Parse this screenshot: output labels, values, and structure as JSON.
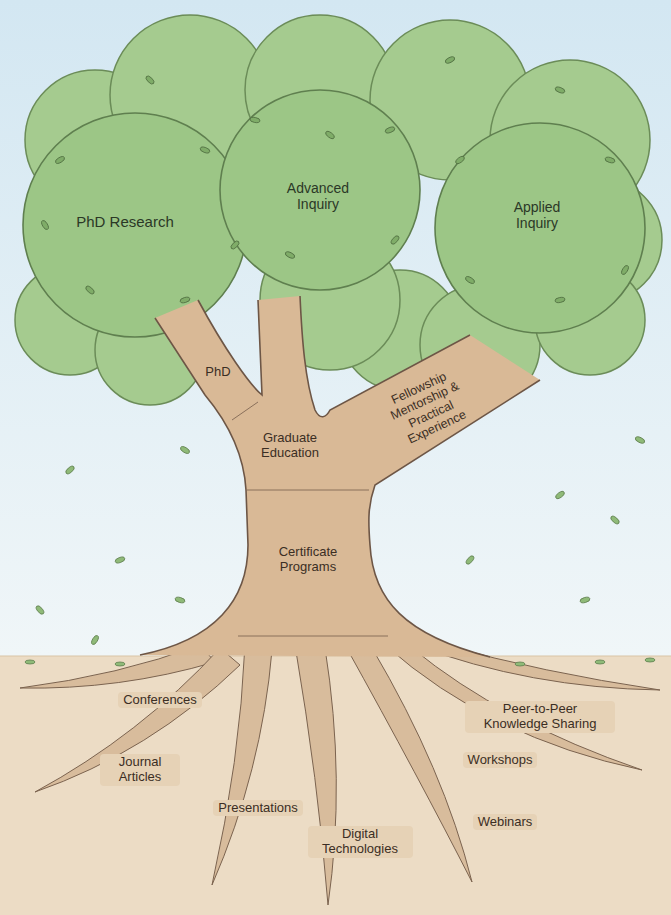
{
  "diagram": {
    "labels": [
      "PhD Research",
      "Advanced Inquiry",
      "Applied Inquiry",
      "PhD",
      "Graduate Education",
      "Fellowship Mentorship & Practical Experience",
      "Certificate Programs",
      "Conferences",
      "Peer-to-Peer Knowledge Sharing",
      "Journal Articles",
      "Workshops",
      "Presentations",
      "Digital Technologies",
      "Webinars"
    ]
  }
}
